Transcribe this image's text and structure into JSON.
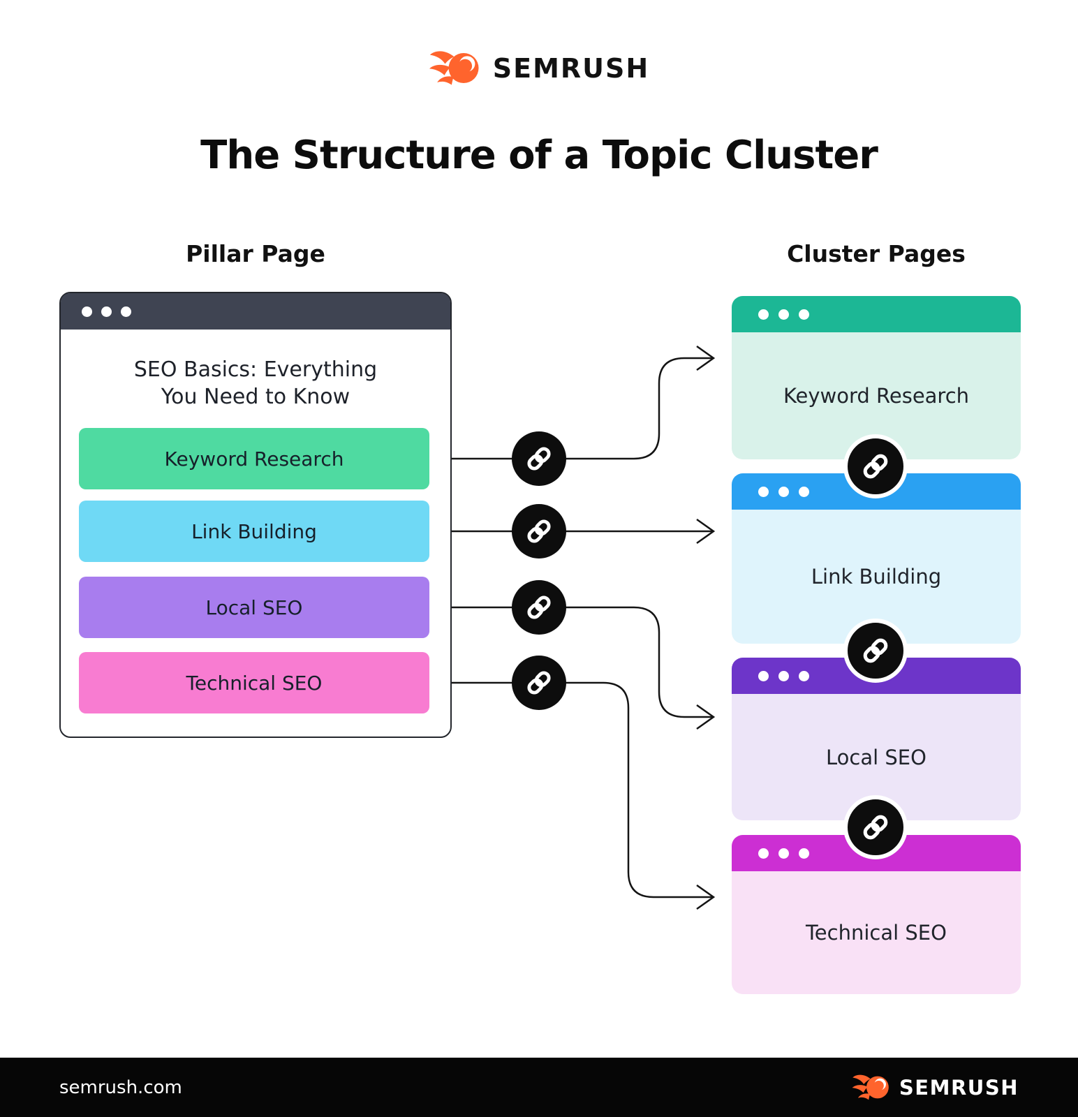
{
  "brand": {
    "name": "SEMRUSH",
    "flame_color": "#FF642D"
  },
  "title": "The Structure of a Topic Cluster",
  "column_labels": {
    "pillar": "Pillar Page",
    "clusters": "Cluster Pages"
  },
  "pillar_window": {
    "header_color": "#3F4452",
    "title_line1": "SEO Basics: Everything",
    "title_line2": "You Need to Know",
    "links": [
      {
        "label": "Keyword Research",
        "color": "#4FDAA1"
      },
      {
        "label": "Link Building",
        "color": "#6FD9F5"
      },
      {
        "label": "Local SEO",
        "color": "#A87DEE"
      },
      {
        "label": "Technical SEO",
        "color": "#F87CD1"
      }
    ]
  },
  "cluster_pages": [
    {
      "label": "Keyword Research",
      "header_color": "#1CB795",
      "body_color": "#D9F2EA"
    },
    {
      "label": "Link Building",
      "header_color": "#2AA1F2",
      "body_color": "#DFF4FC"
    },
    {
      "label": "Local SEO",
      "header_color": "#6D35C9",
      "body_color": "#EDE5F8"
    },
    {
      "label": "Technical SEO",
      "header_color": "#CC2FD3",
      "body_color": "#F9E1F6"
    }
  ],
  "link_icon": "chain-link-icon",
  "connector_color": "#141414",
  "footer": {
    "site": "semrush.com",
    "brand": "SEMRUSH",
    "background": "#060606"
  }
}
